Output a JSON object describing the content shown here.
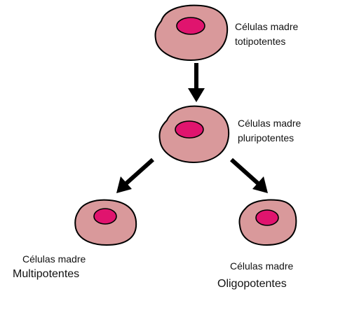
{
  "diagram": {
    "colors": {
      "cell_fill": "#d9999b",
      "nucleus_fill": "#e0146e",
      "outline": "#000000"
    },
    "nodes": [
      {
        "id": "totipotentes",
        "line1": "Células madre",
        "line2": "totipotentes"
      },
      {
        "id": "pluripotentes",
        "line1": "Células madre",
        "line2": "pluripotentes"
      },
      {
        "id": "multipotentes",
        "line1": "Células madre",
        "line2": "Multipotentes"
      },
      {
        "id": "oligopotentes",
        "line1": "Células madre",
        "line2": "Oligopotentes"
      }
    ],
    "edges": [
      {
        "from": "totipotentes",
        "to": "pluripotentes"
      },
      {
        "from": "pluripotentes",
        "to": "multipotentes"
      },
      {
        "from": "pluripotentes",
        "to": "oligopotentes"
      }
    ]
  }
}
